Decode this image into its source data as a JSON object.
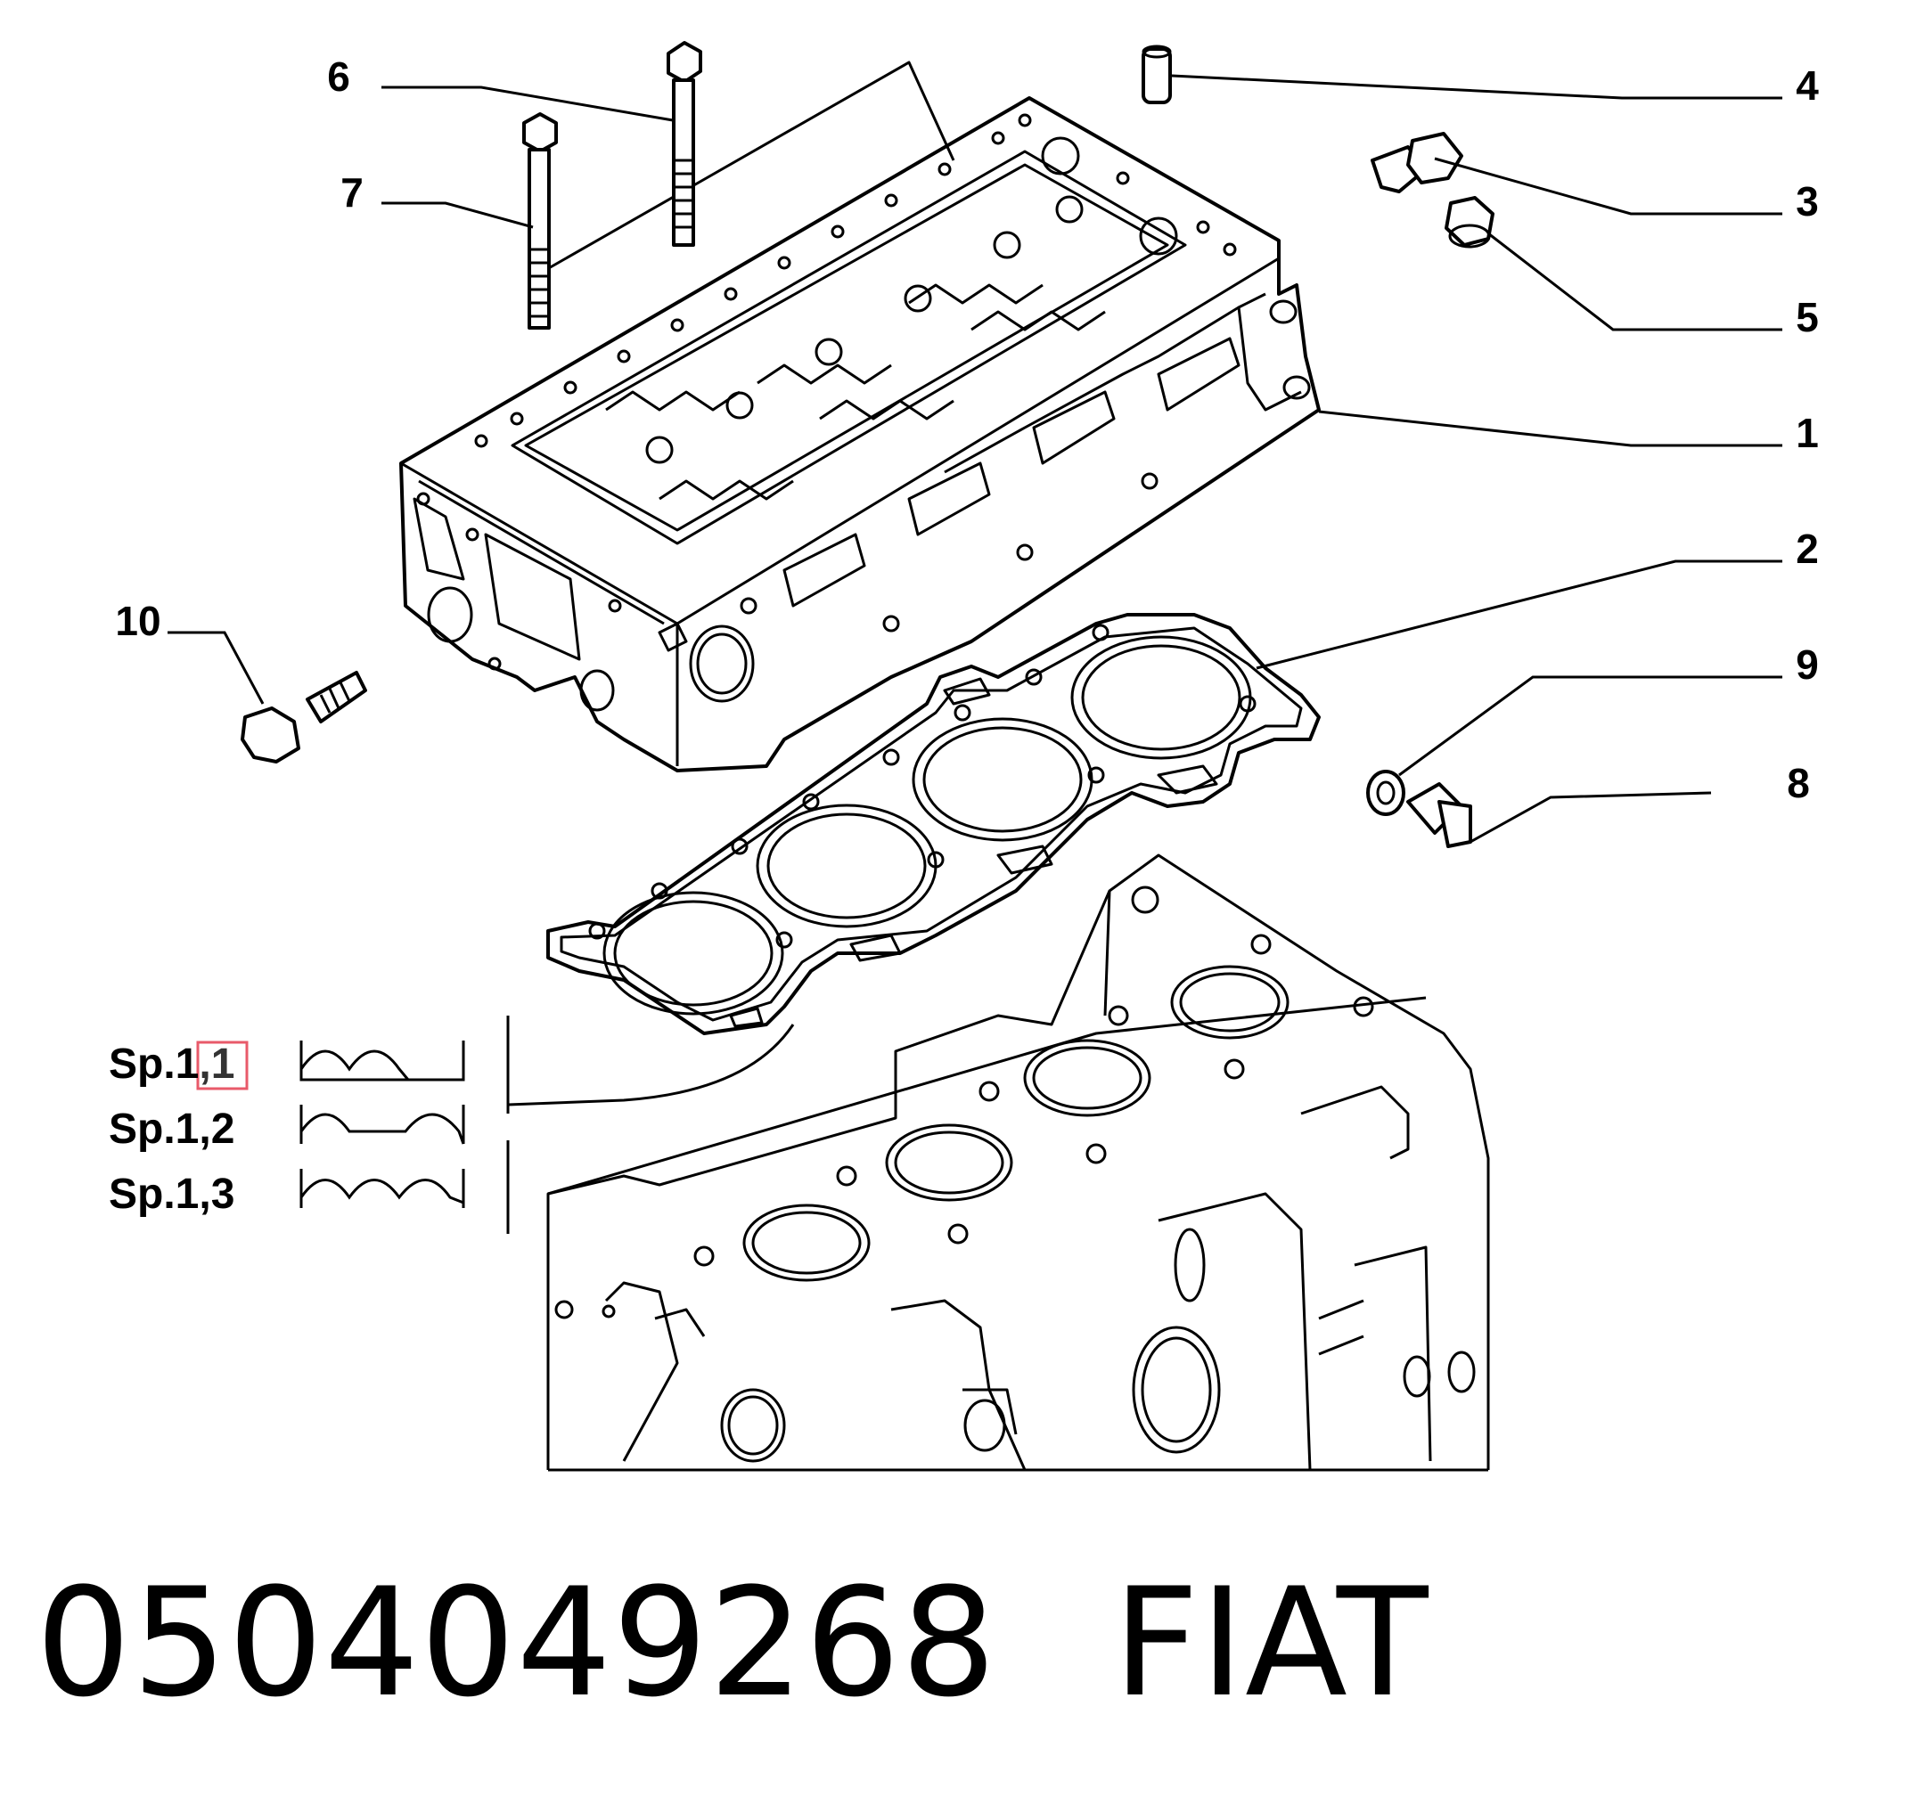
{
  "callouts": [
    "1",
    "2",
    "3",
    "4",
    "5",
    "6",
    "7",
    "8",
    "9",
    "10"
  ],
  "thickness_options": [
    {
      "prefix": "Sp.1",
      "suffix": ",1"
    },
    {
      "prefix": "Sp.1",
      "suffix": ",2"
    },
    {
      "prefix": "Sp.1",
      "suffix": ",3"
    }
  ],
  "part_number": "0504049268",
  "brand": "FIAT",
  "highlight_color": "#e85a6a"
}
